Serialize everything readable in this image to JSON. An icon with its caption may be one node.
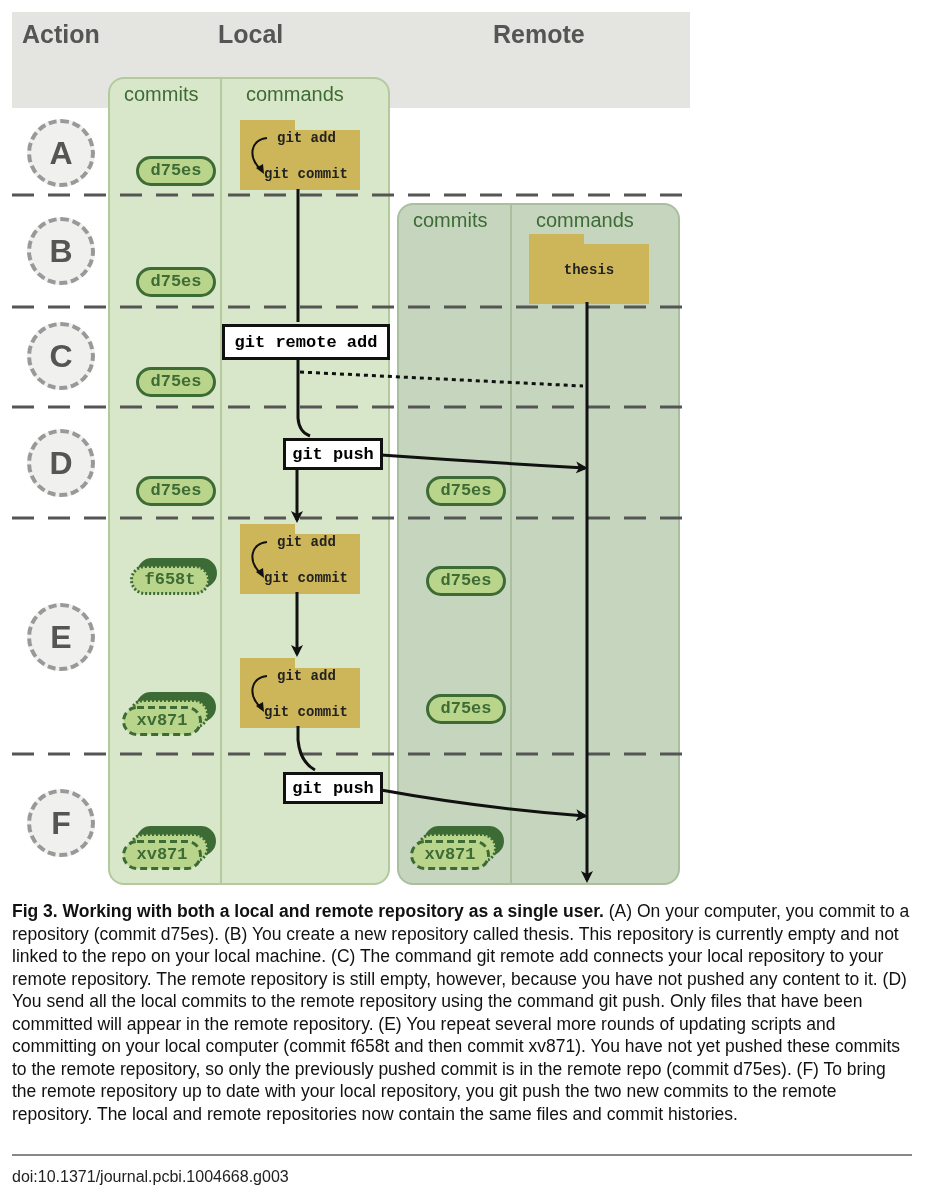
{
  "diagram": {
    "caption": "**Fig 3. Working with both a local and remote repository as a single user.** (A) On your computer, you commit to a repository (commit d75es). (B) You create a new repository called thesis. This repository is currently empty and not linked to the repo on your local machine. (C) The command git remote add connects your local repository to your remote repository. The remote repository is still empty, however, because you have not pushed any content to it. (D) You send all the local commits to the remote repository using the command git push. Only files that have been committed will appear in the remote repository. (E) You repeat several more rounds of updating scripts and committing on your local computer (commit f658t and then commit xv871). You have not yet pushed these commits to the remote repository, so only the previously pushed commit is in the remote repo (commit d75es). (F) To bring the remote repository up to date with your local repository, you git push the two new commits to the remote repository. The local and remote repositories now contain the same files and commit histories.",
    "nodes": [
      {
        "text": [
          "commits",
          "commands"
        ]
      },
      {
        "text": [
          "commits",
          "commands"
        ]
      },
      {
        "text": [
          "A"
        ]
      },
      {
        "text": [
          "B"
        ]
      },
      {
        "text": [
          "C"
        ]
      },
      {
        "text": [
          "D"
        ]
      },
      {
        "text": [
          "E"
        ]
      },
      {
        "text": [
          "F"
        ]
      },
      {
        "text": [
          "d75es"
        ],
        "in": 0
      },
      {
        "text": [
          "d75es"
        ],
        "in": 0
      },
      {
        "text": [
          "d75es"
        ],
        "in": 0
      },
      {
        "text": [
          "d75es"
        ],
        "in": 0
      },
      {
        "text": [
          "f658t"
        ],
        "in": 0
      },
      {
        "text": [
          "xv871"
        ],
        "in": 0
      },
      {
        "text": [
          "xv871"
        ],
        "in": 0
      },
      {
        "text": [
          "d75es"
        ],
        "in": 1
      },
      {
        "text": [
          "d75es"
        ],
        "in": 1
      },
      {
        "text": [
          "d75es"
        ],
        "in": 1
      },
      {
        "text": [
          "xv871"
        ],
        "in": 1
      },
      {
        "text": [
          "git add",
          "git commit"
        ],
        "in": 0
      },
      {
        "text": [
          "thesis"
        ],
        "in": 1
      },
      {
        "text": [
          "git remote add"
        ],
        "in": 0
      },
      {
        "text": [
          "git push"
        ],
        "in": 0
      },
      {
        "text": [
          "git add",
          "git commit"
        ],
        "in": 0
      },
      {
        "text": [
          "git add",
          "git commit"
        ],
        "in": 0
      },
      {
        "text": [
          "git push"
        ],
        "in": 0
      }
    ],
    "edges": [
      {
        "from": 19,
        "to": 21,
        "arrow": "none"
      },
      {
        "from": 21,
        "to": 22,
        "arrow": "none"
      },
      {
        "from": 22,
        "to": 23,
        "arrow": "to"
      },
      {
        "from": 21,
        "to": null,
        "arrow": "none",
        "style": "dashed"
      },
      {
        "from": 22,
        "to": null,
        "arrow": "to"
      },
      {
        "from": 23,
        "to": 24,
        "arrow": "to"
      },
      {
        "from": 24,
        "to": 25,
        "arrow": "none"
      },
      {
        "from": 25,
        "to": null,
        "arrow": "to"
      },
      {
        "from": 20,
        "to": null,
        "arrow": "to"
      }
    ],
    "labels": [
      "Action",
      "Local",
      "Remote",
      "doi:10.1371/journal.pcbi.1004668.g003"
    ]
  }
}
